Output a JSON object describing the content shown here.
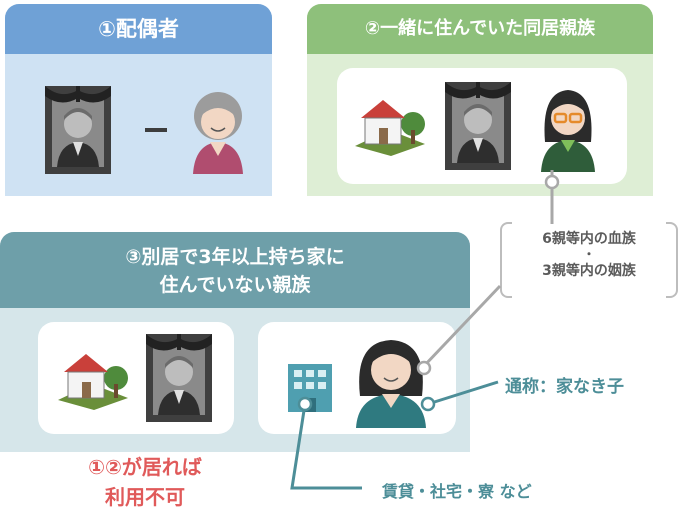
{
  "panel1": {
    "title": "①配偶者"
  },
  "panel2": {
    "title": "②一緒に住んでいた同居親族"
  },
  "panel3": {
    "title_line1": "③別居で3年以上持ち家に",
    "title_line2": "住んでいない親族"
  },
  "relation": {
    "line1": "6親等内の血族",
    "dot": "・",
    "line2": "3親等内の姻族"
  },
  "note": {
    "line1": "①②が居れば",
    "line2": "利用不可"
  },
  "nickname": {
    "label": "通称：家なき子"
  },
  "housing": {
    "label": "賃貸・社宅・寮 など"
  },
  "colors": {
    "blue_header": "#6fa1d6",
    "blue_panel": "#cfe2f3",
    "green_header": "#8ec07b",
    "green_panel": "#deeed5",
    "teal_header": "#6e9fa9",
    "teal_panel": "#d6e6ea",
    "red_note": "#e05a5a",
    "teal_text": "#4d8e98"
  },
  "icons": [
    "memorial-portrait-icon",
    "elderly-woman-icon",
    "house-icon",
    "woman-glasses-icon",
    "apartment-building-icon",
    "young-woman-icon"
  ]
}
